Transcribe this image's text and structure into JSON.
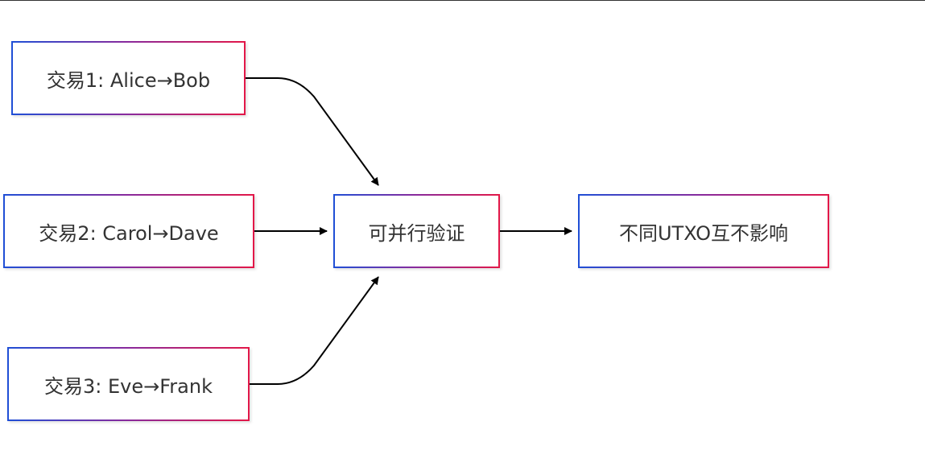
{
  "diagram": {
    "type": "flowchart",
    "direction": "left-to-right",
    "nodes": [
      {
        "id": "tx1",
        "label": "交易1: Alice→Bob"
      },
      {
        "id": "tx2",
        "label": "交易2: Carol→Dave"
      },
      {
        "id": "tx3",
        "label": "交易3: Eve→Frank"
      },
      {
        "id": "parallel",
        "label": "可并行验证"
      },
      {
        "id": "result",
        "label": "不同UTXO互不影响"
      }
    ],
    "edges": [
      {
        "from": "tx1",
        "to": "parallel"
      },
      {
        "from": "tx2",
        "to": "parallel"
      },
      {
        "from": "tx3",
        "to": "parallel"
      },
      {
        "from": "parallel",
        "to": "result"
      }
    ],
    "colors": {
      "border_start": "#1f4fd6",
      "border_end": "#e31748",
      "text": "#333333",
      "edge": "#000000"
    }
  }
}
